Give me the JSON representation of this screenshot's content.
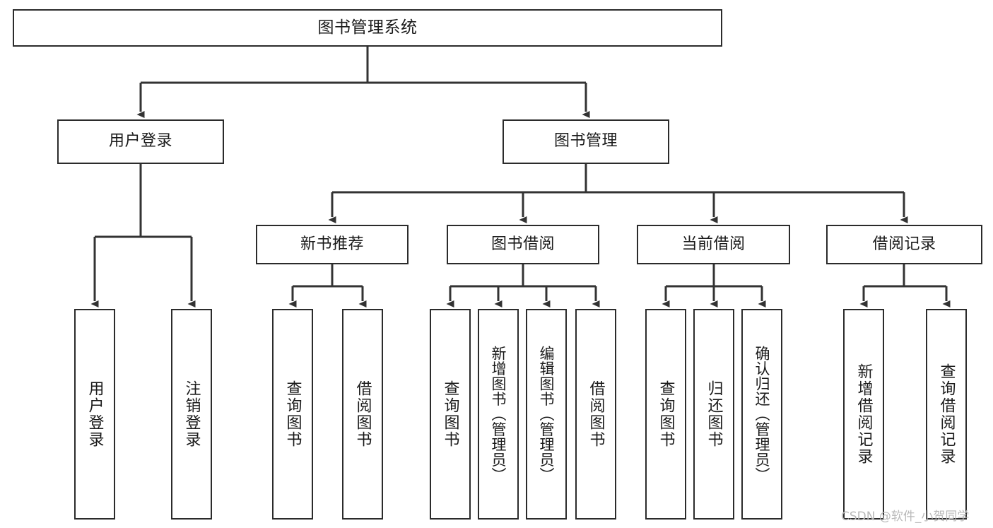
{
  "diagram": {
    "type": "tree-hierarchy-chart",
    "title": "图书管理系统",
    "orientation": "top-down",
    "colors": {
      "box_border": "#2b2b2b",
      "box_fill": "#ffffff",
      "edge": "#333333",
      "text": "#1a1a1a",
      "watermark": "#b9b9b9",
      "background": "#ffffff"
    },
    "levels": {
      "level1": [
        "图书管理系统"
      ],
      "level2": [
        "用户登录",
        "图书管理"
      ],
      "level3": [
        "新书推荐",
        "图书借阅",
        "当前借阅",
        "借阅记录"
      ],
      "level4": [
        "用户登录",
        "注销登录",
        "查询图书",
        "借阅图书",
        "查询图书",
        "新增图书（管理员）",
        "编辑图书（管理员）",
        "借阅图书",
        "查询图书",
        "归还图书",
        "确认归还（管理员）",
        "新增借阅记录",
        "查询借阅记录"
      ]
    },
    "nodes": {
      "root": {
        "label": "图书管理系统"
      },
      "user_login": {
        "label": "用户登录"
      },
      "book_manage": {
        "label": "图书管理"
      },
      "new_book_rec": {
        "label": "新书推荐"
      },
      "book_borrow": {
        "label": "图书借阅"
      },
      "current_borrow": {
        "label": "当前借阅"
      },
      "borrow_record": {
        "label": "借阅记录"
      },
      "leaf_user_login": {
        "label": "用户登录"
      },
      "leaf_logout": {
        "label": "注销登录"
      },
      "leaf_query_book_1": {
        "label": "查询图书"
      },
      "leaf_borrow_book_1": {
        "label": "借阅图书"
      },
      "leaf_query_book_2": {
        "label": "查询图书"
      },
      "leaf_add_book_admin": {
        "label": "新增图书（管理员）"
      },
      "leaf_edit_book_admin": {
        "label": "编辑图书（管理员）"
      },
      "leaf_borrow_book_2": {
        "label": "借阅图书"
      },
      "leaf_query_book_3": {
        "label": "查询图书"
      },
      "leaf_return_book": {
        "label": "归还图书"
      },
      "leaf_confirm_return_admin": {
        "label": "确认归还（管理员）"
      },
      "leaf_add_borrow_record": {
        "label": "新增借阅记录"
      },
      "leaf_query_borrow_record": {
        "label": "查询借阅记录"
      }
    },
    "edges": [
      {
        "from": "root",
        "to": "user_login"
      },
      {
        "from": "root",
        "to": "book_manage"
      },
      {
        "from": "user_login",
        "to": "leaf_user_login"
      },
      {
        "from": "user_login",
        "to": "leaf_logout"
      },
      {
        "from": "book_manage",
        "to": "new_book_rec"
      },
      {
        "from": "book_manage",
        "to": "book_borrow"
      },
      {
        "from": "book_manage",
        "to": "current_borrow"
      },
      {
        "from": "book_manage",
        "to": "borrow_record"
      },
      {
        "from": "new_book_rec",
        "to": "leaf_query_book_1"
      },
      {
        "from": "new_book_rec",
        "to": "leaf_borrow_book_1"
      },
      {
        "from": "book_borrow",
        "to": "leaf_query_book_2"
      },
      {
        "from": "book_borrow",
        "to": "leaf_add_book_admin"
      },
      {
        "from": "book_borrow",
        "to": "leaf_edit_book_admin"
      },
      {
        "from": "book_borrow",
        "to": "leaf_borrow_book_2"
      },
      {
        "from": "current_borrow",
        "to": "leaf_query_book_3"
      },
      {
        "from": "current_borrow",
        "to": "leaf_return_book"
      },
      {
        "from": "current_borrow",
        "to": "leaf_confirm_return_admin"
      },
      {
        "from": "borrow_record",
        "to": "leaf_add_borrow_record"
      },
      {
        "from": "borrow_record",
        "to": "leaf_query_borrow_record"
      }
    ]
  },
  "watermark": {
    "text": "CSDN @软件_小贺同学"
  }
}
